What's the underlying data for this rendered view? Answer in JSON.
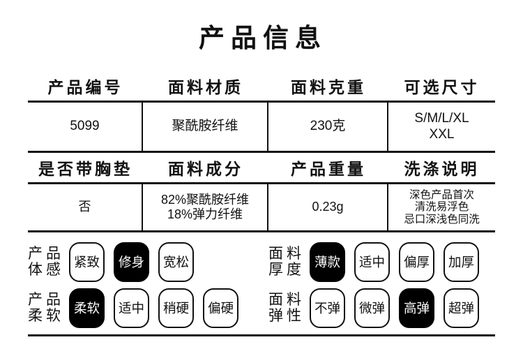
{
  "title": "产品信息",
  "table": {
    "rows": [
      {
        "headers": [
          "产品编号",
          "面料材质",
          "面料克重",
          "可选尺寸"
        ],
        "values": [
          "5099",
          "聚酰胺纤维",
          "230克",
          "S/M/L/XL\nXXL"
        ]
      },
      {
        "headers": [
          "是否带胸垫",
          "面料成分",
          "产品重量",
          "洗涤说明"
        ],
        "values": [
          "否",
          "82%聚酰胺纤维\n18%弹力纤维",
          "0.23g",
          "深色产品首次\n清洗易浮色\n忌口深浅色同洗"
        ]
      }
    ]
  },
  "options": {
    "rows": [
      {
        "groups": [
          {
            "label": "产品\n体感",
            "chips": [
              {
                "text": "紧致",
                "selected": false
              },
              {
                "text": "修身",
                "selected": true
              },
              {
                "text": "宽松",
                "selected": false
              }
            ]
          },
          {
            "label": "面料\n厚度",
            "chips": [
              {
                "text": "薄款",
                "selected": true
              },
              {
                "text": "适中",
                "selected": false
              },
              {
                "text": "偏厚",
                "selected": false
              },
              {
                "text": "加厚",
                "selected": false
              }
            ]
          }
        ]
      },
      {
        "groups": [
          {
            "label": "产品\n柔软",
            "chips": [
              {
                "text": "柔软",
                "selected": true
              },
              {
                "text": "适中",
                "selected": false
              },
              {
                "text": "稍硬",
                "selected": false
              },
              {
                "text": "偏硬",
                "selected": false
              }
            ]
          },
          {
            "label": "面料\n弹性",
            "chips": [
              {
                "text": "不弹",
                "selected": false
              },
              {
                "text": "微弹",
                "selected": false
              },
              {
                "text": "高弹",
                "selected": true
              },
              {
                "text": "超弹",
                "selected": false
              }
            ]
          }
        ]
      }
    ]
  },
  "colors": {
    "text": "#111111",
    "line": "#111111",
    "selected_bg": "#000000",
    "selected_text": "#ffffff"
  }
}
